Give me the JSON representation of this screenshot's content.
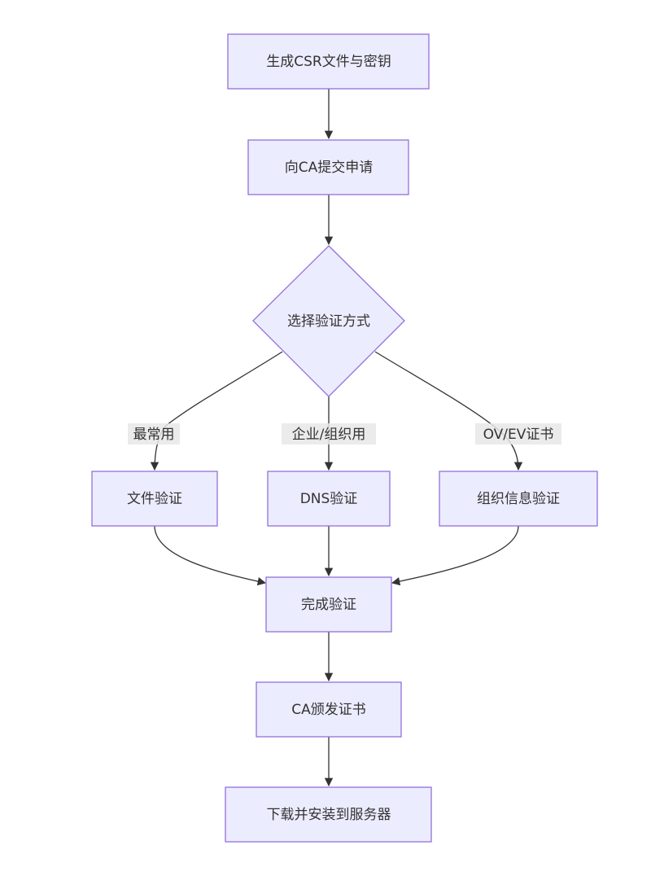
{
  "nodes": {
    "generate_csr": "生成CSR文件与密钥",
    "submit_ca": "向CA提交申请",
    "choose_method": "选择验证方式",
    "file_validation": "文件验证",
    "dns_validation": "DNS验证",
    "org_validation": "组织信息验证",
    "complete_validation": "完成验证",
    "ca_issue": "CA颁发证书",
    "download_install": "下载并安装到服务器"
  },
  "edge_labels": {
    "most_common": "最常用",
    "enterprise": "企业/组织用",
    "ov_ev": "OV/EV证书"
  },
  "colors": {
    "node_fill": "#ECECFF",
    "node_stroke": "#9370DB",
    "edge": "#333333",
    "label_bg": "#E8E8E8"
  }
}
